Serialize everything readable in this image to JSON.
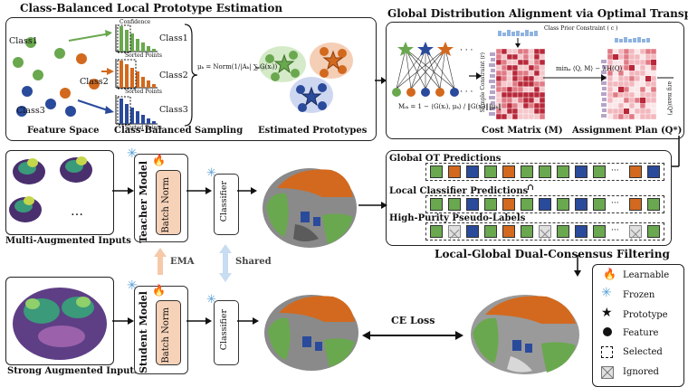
{
  "titles": {
    "left": "Class-Balanced Local Prototype Estimation",
    "right": "Global Distribution Alignment via Optimal Transport",
    "filtering": "Local-Global Dual-Consensus Filtering"
  },
  "feature_space": {
    "class1": "Class1",
    "class2": "Class2",
    "class3": "Class3",
    "caption": "Feature Space"
  },
  "sampling": {
    "caption": "Class-Balanced Sampling",
    "class1": "Class1",
    "class2": "Class2",
    "class3": "Class3",
    "confidence": "Confidence",
    "sorted_points": "Sorted Points"
  },
  "prototype_formula": "μₖ = Norm(1/|Aₖ| ∑ G(xᵢ))",
  "prototype_caption": "Estimated Prototypes",
  "ot": {
    "class_prior": "Class Prior Constraint ( c )",
    "sample_constraint": "Sample Constraint (r)",
    "cost_matrix": "Cost Matrix (M)",
    "cost_formula": "Mᵢₖ = 1 − ⟨G(xᵢ), μₖ⟩ / ‖G(xᵢ)‖‖μₖ‖",
    "objective": "minᵩ ⟨Q, M⟩ − λH(Q)",
    "assignment": "Assignment Plan (Q*)",
    "argmax": "arg max(Q*)"
  },
  "filtering": {
    "global": "Global OT Predictions",
    "local": "Local Classifier Predictions",
    "intersect": "∩",
    "pseudo": "High-Purity Pseudo-Labels",
    "ellipsis": "···"
  },
  "teacher": {
    "inputs_caption": "Multi-Augmented Inputs",
    "ellipsis": "…",
    "model": "Teacher Model",
    "bn": "Batch Norm",
    "classifier": "Classifier"
  },
  "student": {
    "inputs_caption": "Strong Augmented Inputs",
    "model": "Student Model",
    "bn": "Batch Norm",
    "classifier": "Classifier"
  },
  "links": {
    "ema": "EMA",
    "shared": "Shared",
    "ce_loss": "CE Loss"
  },
  "legend": {
    "learnable": "Learnable",
    "frozen": "Frozen",
    "prototype": "Prototype",
    "feature": "Feature",
    "selected": "Selected",
    "ignored": "Ignored"
  },
  "colors": {
    "green": "#6aa84f",
    "orange": "#d2691e",
    "blue": "#2a4a9b",
    "frozen": "#5aa0d8",
    "flame": "#e8641a",
    "grid": "#c8323c"
  }
}
